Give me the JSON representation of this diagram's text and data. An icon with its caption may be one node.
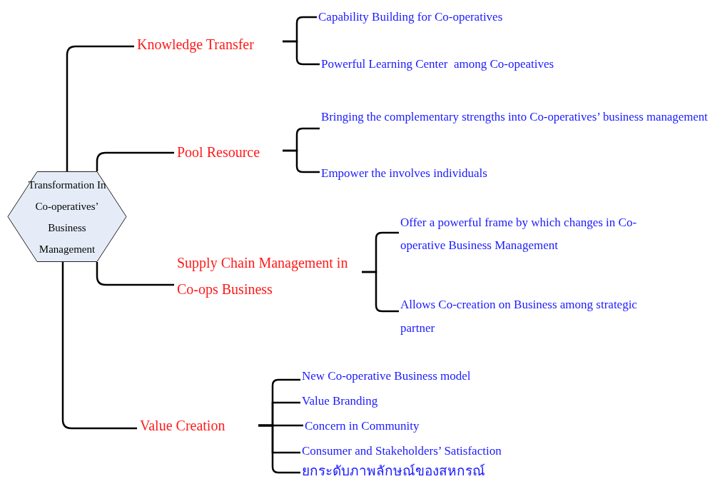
{
  "diagram": {
    "nodes": [
      {
        "text": [
          "Transformation In Co-operatives’ Business Management"
        ]
      },
      {
        "text": [
          "Knowledge Transfer"
        ]
      },
      {
        "text": [
          "Capability Building for Co-operatives"
        ]
      },
      {
        "text": [
          "Powerful Learning Center  among Co-opeatives"
        ]
      },
      {
        "text": [
          "Pool Resource"
        ]
      },
      {
        "text": [
          "Bringing the complementary strengths into Co-operatives’ business management"
        ]
      },
      {
        "text": [
          "Empower the involves individuals"
        ]
      },
      {
        "text": [
          "Supply Chain Management in Co-ops Business"
        ]
      },
      {
        "text": [
          "Offer a powerful frame by which changes in Co-operative Business Management"
        ]
      },
      {
        "text": [
          "Allows Co-creation on Business among strategic partner"
        ]
      },
      {
        "text": [
          "Value Creation"
        ]
      },
      {
        "text": [
          "New Co-operative Business model"
        ]
      },
      {
        "text": [
          "Value Branding"
        ]
      },
      {
        "text": [
          "Concern in Community"
        ]
      },
      {
        "text": [
          "Consumer and Stakeholders’ Satisfaction"
        ]
      },
      {
        "text": [
          "ยกระดับภาพลักษณ์ของสหกรณ์"
        ]
      }
    ],
    "edges": [
      {
        "from": 0,
        "to": 1,
        "arrow": "none"
      },
      {
        "from": 0,
        "to": 4,
        "arrow": "none"
      },
      {
        "from": 0,
        "to": 7,
        "arrow": "none"
      },
      {
        "from": 0,
        "to": 10,
        "arrow": "none"
      },
      {
        "from": 1,
        "to": 2,
        "arrow": "none"
      },
      {
        "from": 1,
        "to": 3,
        "arrow": "none"
      },
      {
        "from": 4,
        "to": 5,
        "arrow": "none"
      },
      {
        "from": 4,
        "to": 6,
        "arrow": "none"
      },
      {
        "from": 7,
        "to": 8,
        "arrow": "none"
      },
      {
        "from": 7,
        "to": 9,
        "arrow": "none"
      },
      {
        "from": 10,
        "to": 11,
        "arrow": "none"
      },
      {
        "from": 10,
        "to": 12,
        "arrow": "none"
      },
      {
        "from": 10,
        "to": 13,
        "arrow": "none"
      },
      {
        "from": 10,
        "to": 14,
        "arrow": "none"
      },
      {
        "from": 10,
        "to": 15,
        "arrow": "none"
      }
    ]
  }
}
